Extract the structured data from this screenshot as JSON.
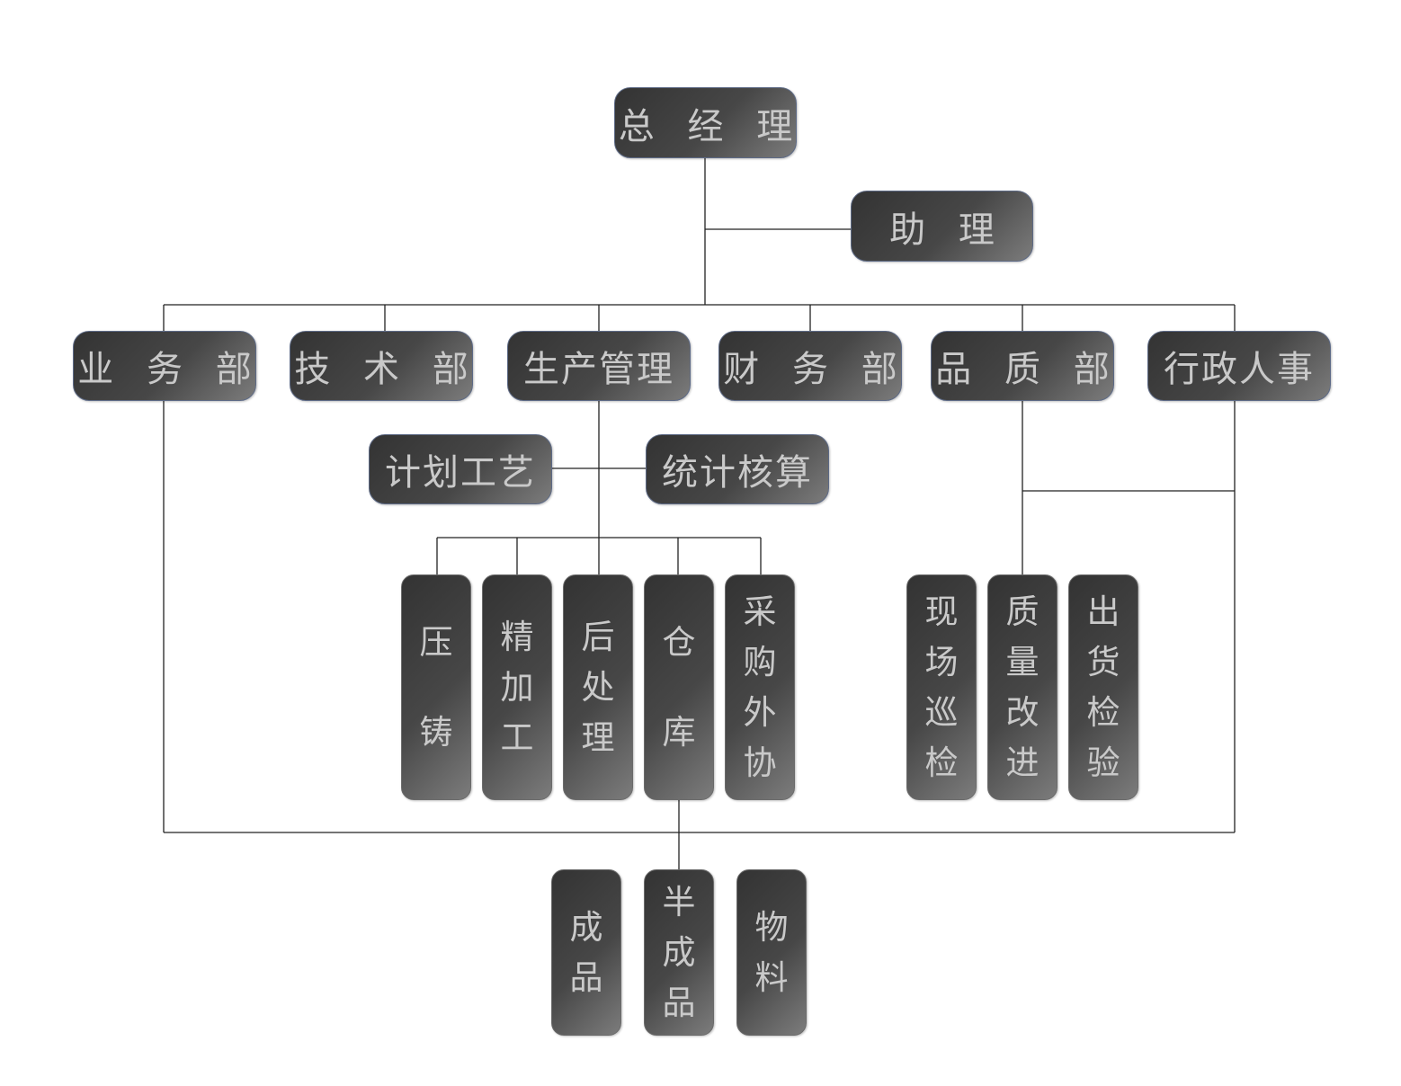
{
  "diagram": {
    "ceo": "总 经 理",
    "assistant": "助 理",
    "departments": {
      "business": "业 务 部",
      "tech": "技 术 部",
      "production": "生产管理",
      "finance": "财 务 部",
      "quality": "品 质 部",
      "admin": "行政人事"
    },
    "production_staff": {
      "planning": "计划工艺",
      "accounting": "统计核算"
    },
    "production_units": {
      "casting": "压铸",
      "machining": "精加工",
      "post_process": "后处理",
      "warehouse": "仓库",
      "purchasing": "采购外协"
    },
    "quality_units": {
      "patrol": "现场巡检",
      "improvement": "质量改进",
      "shipping": "出货检验"
    },
    "warehouse_units": {
      "finished": "成品",
      "semi": "半成品",
      "material": "物料"
    }
  }
}
